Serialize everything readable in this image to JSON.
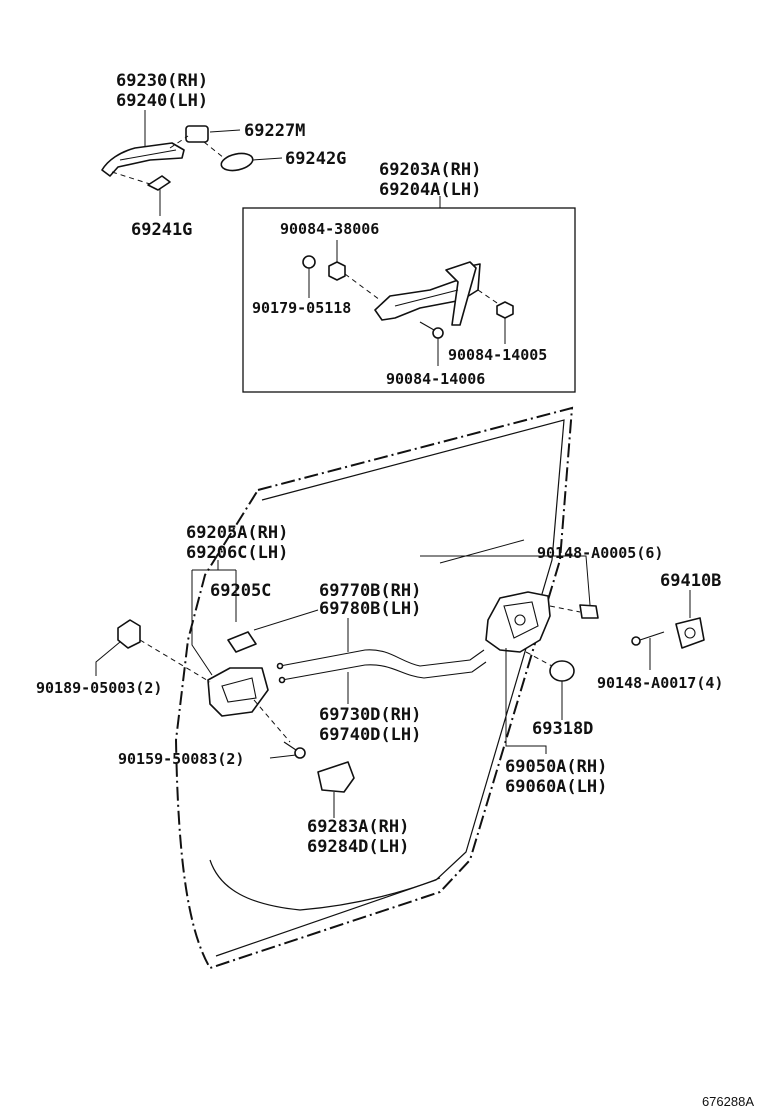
{
  "labels": {
    "outer_handle": [
      "69230(RH)",
      "69240(LH)"
    ],
    "pad_69227": "69227M",
    "pad_69242": "69242G",
    "pad_69241": "69241G",
    "frame_assy": [
      "69203A(RH)",
      "69204A(LH)"
    ],
    "bolt_38006": "90084-38006",
    "nut_05118": "90179-05118",
    "screw_14005": "90084-14005",
    "screw_14006": "90084-14006",
    "inside_handle": [
      "69205A(RH)",
      "69206C(LH)"
    ],
    "bezel_69205c": "69205C",
    "cable_upper": [
      "69770B(RH)",
      "69780B(LH)"
    ],
    "cable_lower": [
      "69730D(RH)",
      "69740D(LH)"
    ],
    "screw_a0005": "90148-A0005(6)",
    "striker": "69410B",
    "screw_a0017": "90148-A0017(4)",
    "clip_05003": "90189-05003(2)",
    "cap_69318": "69318D",
    "screw_50083": "90159-50083(2)",
    "lock_assy": [
      "69050A(RH)",
      "69060A(LH)"
    ],
    "cover": [
      "69283A(RH)",
      "69284D(LH)"
    ],
    "diagram_code": "676288A"
  }
}
